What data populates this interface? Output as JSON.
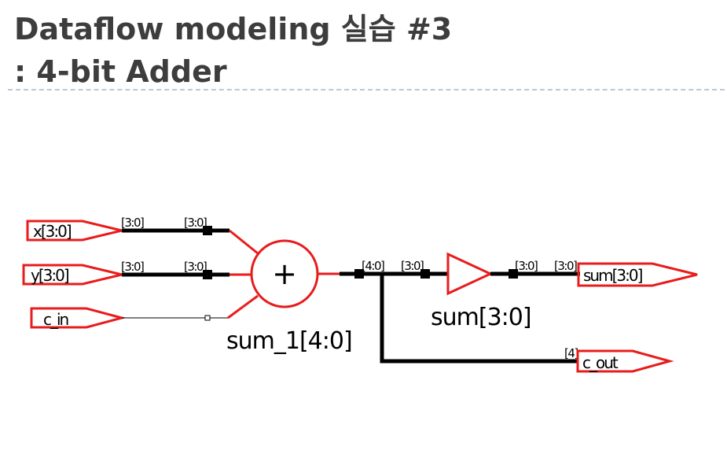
{
  "title": {
    "line1": "Dataflow modeling 실습 #3",
    "line2": ": 4-bit Adder"
  },
  "ports": {
    "x": "x[3:0]",
    "y": "y[3:0]",
    "c_in": "c_in",
    "sum": "sum[3:0]",
    "c_out": "c_out"
  },
  "bus_labels": {
    "x_left": "[3:0]",
    "x_right": "[3:0]",
    "y_left": "[3:0]",
    "y_right": "[3:0]",
    "adder_out_1": "[4:0]",
    "adder_out_2": "[3:0]",
    "buf_out_1": "[3:0]",
    "buf_out_2": "[3:0]",
    "c_out_bit": "[4]"
  },
  "cells": {
    "adder_symbol": "+",
    "adder_name": "sum_1[4:0]",
    "buffer_name": "sum[3:0]"
  },
  "colors": {
    "title": "#3d3d3d",
    "symbol": "#e81c1c",
    "wire": "#000000",
    "divider": "#b8c9dc"
  }
}
